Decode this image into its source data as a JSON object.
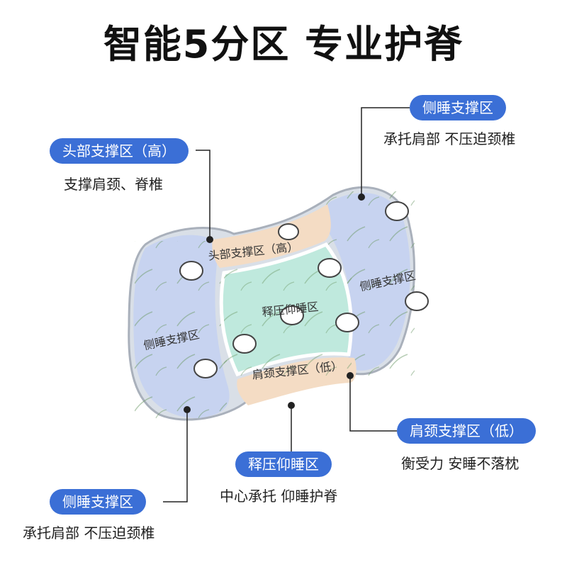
{
  "title": "智能5分区 专业护脊",
  "callouts": {
    "side_top": {
      "label": "侧睡支撑区",
      "desc": "承托肩部  不压迫颈椎"
    },
    "head": {
      "label": "头部支撑区（高）",
      "desc": "支撑肩颈、脊椎"
    },
    "shoulder_neck": {
      "label": "肩颈支撑区（低）",
      "desc": "衡受力  安睡不落枕"
    },
    "center": {
      "label": "释压仰睡区",
      "desc": "中心承托  仰睡护脊"
    },
    "side_bottom": {
      "label": "侧睡支撑区",
      "desc": "承托肩部  不压迫颈椎"
    }
  },
  "pillow_labels": {
    "head": "头部支撑区（高）",
    "center": "释压仰睡区",
    "neck": "肩颈支撑区（低）",
    "left": "侧睡支撑区",
    "right": "侧睡支撑区"
  },
  "colors": {
    "accent": "#3b6fd6",
    "side_zone": "#c7d3f0",
    "head_neck_zone": "#f4dcc4",
    "center_zone": "#bfe9dd"
  }
}
